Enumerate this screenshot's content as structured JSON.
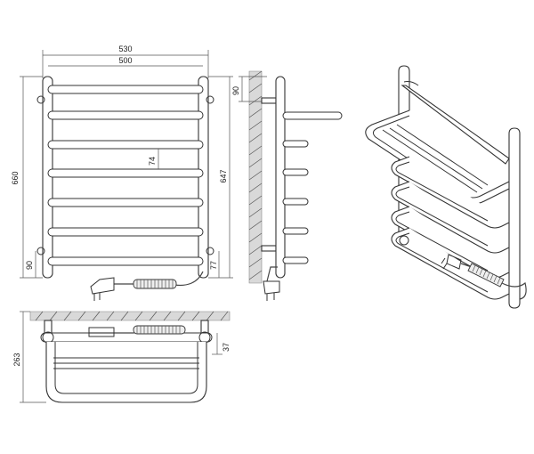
{
  "dimensions": {
    "overall_width": "530",
    "rail_width": "500",
    "overall_height": "660",
    "rail_height": "647",
    "bar_spacing": "74",
    "top_offset": "90",
    "bottom_offset_left": "90",
    "bottom_offset_right": "77",
    "depth": "263",
    "shelf_offset": "37"
  }
}
